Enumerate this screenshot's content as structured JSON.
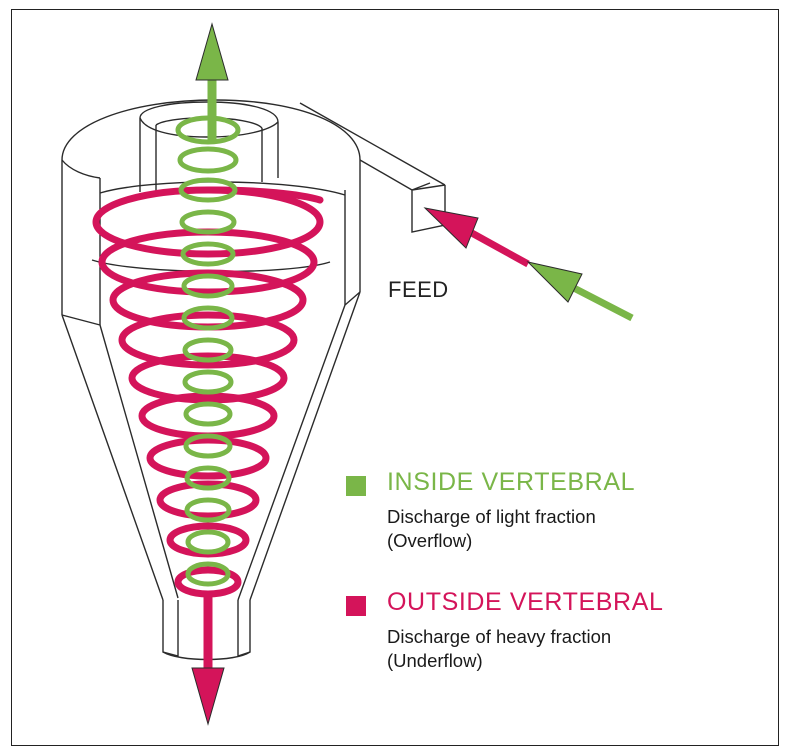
{
  "colors": {
    "green": "#7ab648",
    "red": "#d4145a",
    "outline": "#2b2b2b"
  },
  "labels": {
    "feed": "FEED"
  },
  "legend": [
    {
      "swatch_color": "#7ab648",
      "title": "INSIDE VERTEBRAL",
      "line1": "Discharge of light fraction",
      "line2": "(Overflow)"
    },
    {
      "swatch_color": "#d4145a",
      "title": "OUTSIDE VERTEBRAL",
      "line1": "Discharge of heavy fraction",
      "line2": "(Underflow)"
    }
  ]
}
